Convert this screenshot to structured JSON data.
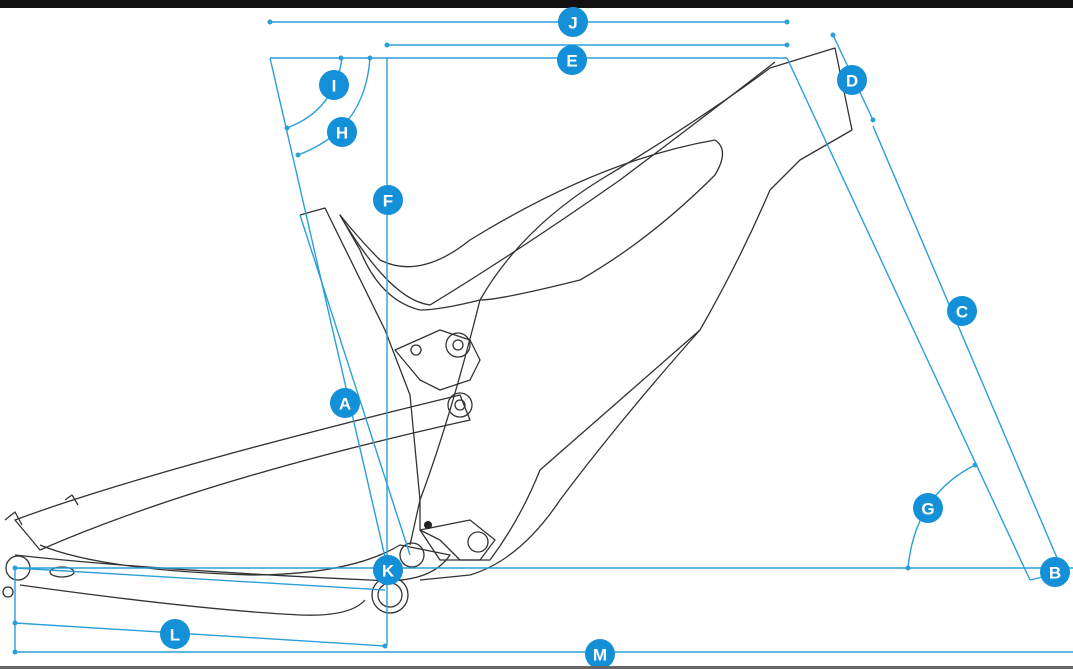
{
  "title": "Bike frame geometry diagram",
  "colors": {
    "accent": "#1490d8",
    "dimension_line": "#2a9fd8",
    "frame": "#333333"
  },
  "labels": {
    "A": "A",
    "B": "B",
    "C": "C",
    "D": "D",
    "E": "E",
    "F": "F",
    "G": "G",
    "H": "H",
    "I": "I",
    "J": "J",
    "K": "K",
    "L": "L",
    "M": "M"
  }
}
